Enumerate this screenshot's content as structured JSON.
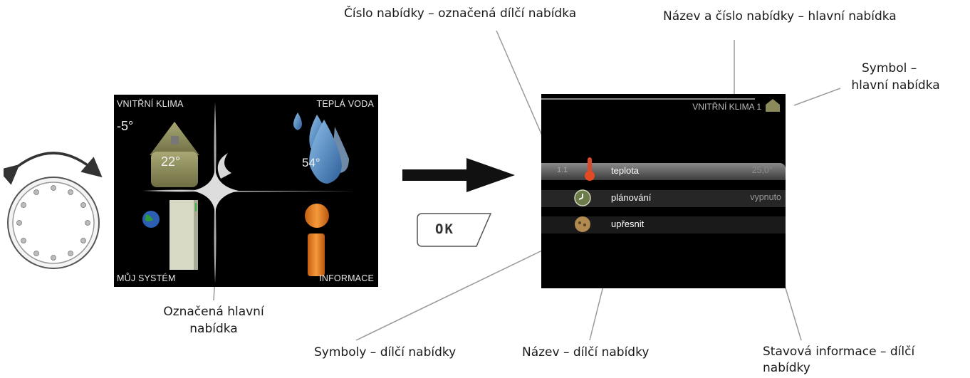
{
  "callouts": {
    "menu_number": "Číslo nabídky – označená dílčí nabídka",
    "menu_name_number": "Název a číslo nabídky – hlavní nabídka",
    "symbol_main_line1": "Symbol –",
    "symbol_main_line2": "hlavní nabídka",
    "marked_main_line1": "Označená hlavní",
    "marked_main_line2": "nabídka",
    "sub_symbols": "Symboly – dílčí nabídky",
    "sub_name": "Název – dílčí nabídky",
    "status_line1": "Stavová informace – dílčí",
    "status_line2": "nabídky"
  },
  "main_screen": {
    "q1_label": "VNITŘNÍ KLIMA",
    "q2_label": "TEPLÁ VODA",
    "q3_label": "MŮJ SYSTÉM",
    "q4_label": "INFORMACE",
    "outdoor_temp": "-5°",
    "indoor_temp": "22°",
    "water_temp": "54°"
  },
  "sub_screen": {
    "header": "VNITŘNÍ KLIMA 1",
    "rows": [
      {
        "number": "1.1",
        "label": "teplota",
        "status": "25,0°"
      },
      {
        "number": "",
        "label": "plánování",
        "status": "vypnuto"
      },
      {
        "number": "",
        "label": "upřesnit",
        "status": ""
      }
    ]
  },
  "ok_button": {
    "label": "OK"
  },
  "colors": {
    "screen_bg": "#000000",
    "house": "#8b8a5a",
    "drop": "#4d86c0",
    "info": "#e07a1f",
    "callout_line": "#9a9a9a"
  }
}
